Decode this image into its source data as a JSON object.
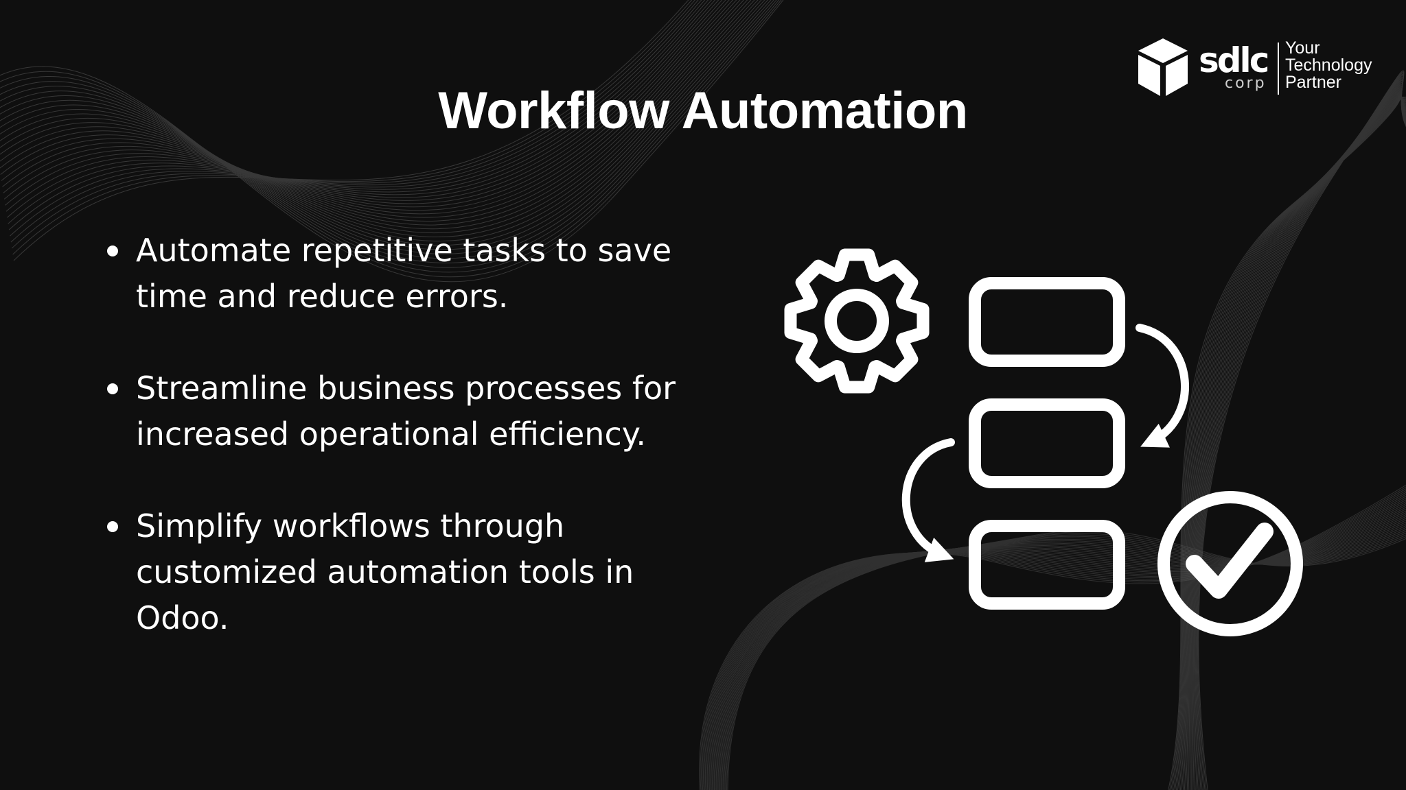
{
  "slide": {
    "title": "Workflow Automation",
    "bullets": [
      "Automate repetitive tasks to save time and reduce errors.",
      "Streamline business processes for increased operational efficiency.",
      "Simplify workflows through customized automation tools in Odoo."
    ]
  },
  "logo": {
    "wordmark": "sdlc",
    "sub": "corp",
    "tagline": "Your Technology Partner"
  },
  "illustration": {
    "icons": [
      "gear-icon",
      "process-box-icon",
      "curved-arrow-icon",
      "check-circle-icon"
    ]
  },
  "colors": {
    "background": "#0f0f0f",
    "foreground": "#ffffff"
  }
}
